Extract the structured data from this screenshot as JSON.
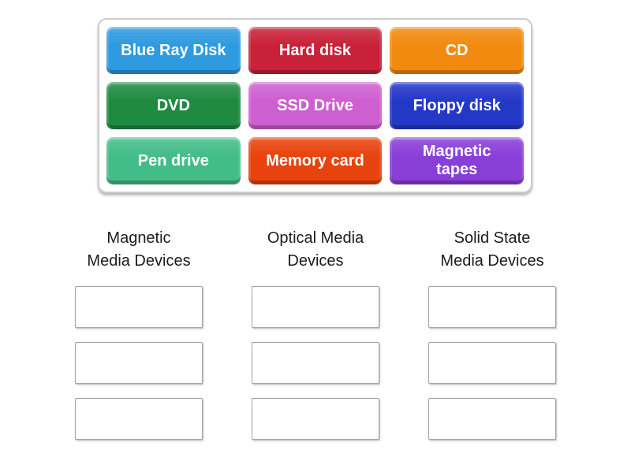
{
  "bank": {
    "items": [
      {
        "label": "Blue Ray Disk",
        "color": "#2E9AE0"
      },
      {
        "label": "Hard disk",
        "color": "#C92138"
      },
      {
        "label": "CD",
        "color": "#F28A0F"
      },
      {
        "label": "DVD",
        "color": "#1E8B40"
      },
      {
        "label": "SSD Drive",
        "color": "#CE5FD0"
      },
      {
        "label": "Floppy disk",
        "color": "#2438C8"
      },
      {
        "label": "Pen drive",
        "color": "#43BD88"
      },
      {
        "label": "Memory card",
        "color": "#E8430E"
      },
      {
        "label": "Magnetic\ntapes",
        "color": "#8A3ED8"
      }
    ]
  },
  "categories": [
    {
      "title": "Magnetic\nMedia Devices"
    },
    {
      "title": "Optical Media\nDevices"
    },
    {
      "title": "Solid State\nMedia Devices"
    }
  ],
  "ui": {
    "background_color": "#ffffff",
    "panel_border_color": "#cccccc",
    "slot_border_color": "#a3a3a3",
    "title_text_color": "#1c1c1c",
    "tile_text_color": "#ffffff",
    "slots_per_category": 3
  }
}
